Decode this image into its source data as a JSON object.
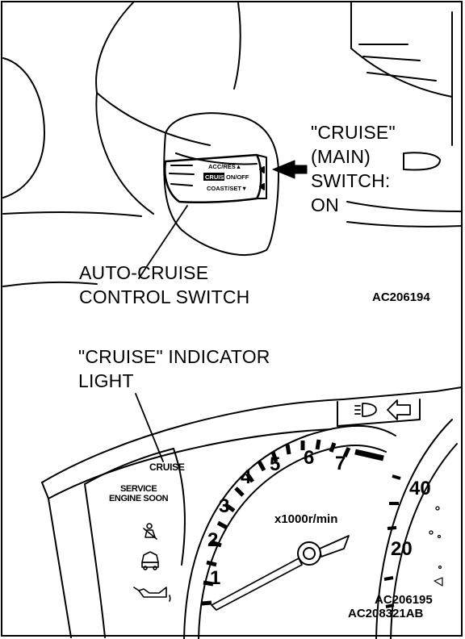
{
  "top_figure": {
    "main_switch_label": [
      "\"CRUISE\"",
      "(MAIN)",
      "SWITCH:",
      "ON"
    ],
    "control_switch_label": [
      "AUTO-CRUISE",
      "CONTROL SWITCH"
    ],
    "lever_markings": [
      "ACC/RES▲",
      "CRUISE",
      "ON/OFF",
      "COAST/SET▼"
    ],
    "figure_code": "AC206194"
  },
  "bottom_figure": {
    "indicator_label": [
      "\"CRUISE\" INDICATOR",
      "LIGHT"
    ],
    "cruise_lamp_text": "CRUISE",
    "service_lamp_text": [
      "SERVICE",
      "ENGINE SOON"
    ],
    "tach_unit": "x1000r/min",
    "tach_numbers": [
      "1",
      "2",
      "3",
      "4",
      "5",
      "6",
      "7"
    ],
    "speedo_numbers": [
      "40",
      "20"
    ],
    "figure_code": "AC206195"
  },
  "document_code": "AC208321AB"
}
